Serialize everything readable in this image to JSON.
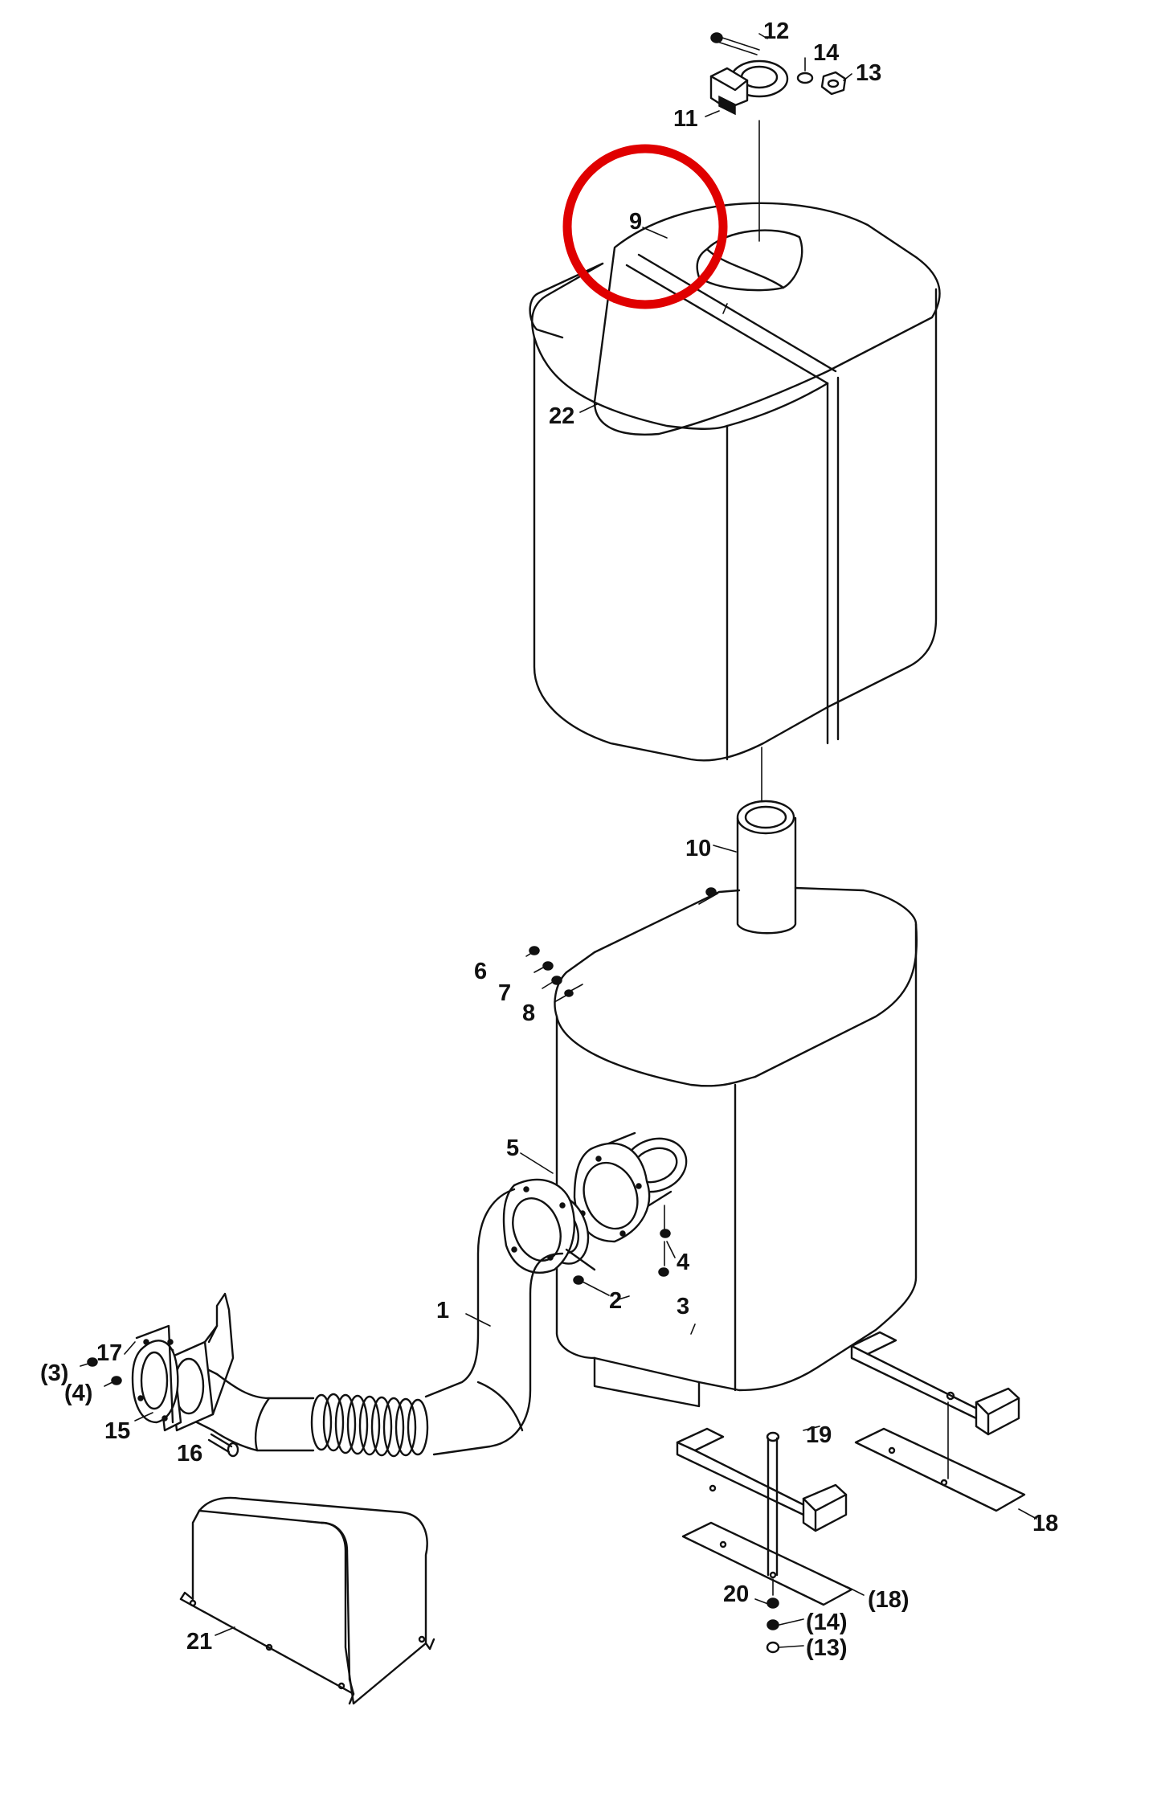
{
  "diagram": {
    "callouts": [
      {
        "id": "c12",
        "text": "12"
      },
      {
        "id": "c14",
        "text": "14"
      },
      {
        "id": "c13",
        "text": "13"
      },
      {
        "id": "c11",
        "text": "11"
      },
      {
        "id": "c9",
        "text": "9"
      },
      {
        "id": "c22",
        "text": "22"
      },
      {
        "id": "c10",
        "text": "10"
      },
      {
        "id": "c6",
        "text": "6"
      },
      {
        "id": "c7",
        "text": "7"
      },
      {
        "id": "c8",
        "text": "8"
      },
      {
        "id": "c5",
        "text": "5"
      },
      {
        "id": "c4",
        "text": "4"
      },
      {
        "id": "c2",
        "text": "2"
      },
      {
        "id": "c3",
        "text": "3"
      },
      {
        "id": "c1",
        "text": "1"
      },
      {
        "id": "c17",
        "text": "17"
      },
      {
        "id": "c3p",
        "text": "(3)"
      },
      {
        "id": "c4p",
        "text": "(4)"
      },
      {
        "id": "c15",
        "text": "15"
      },
      {
        "id": "c16",
        "text": "16"
      },
      {
        "id": "c19",
        "text": "19"
      },
      {
        "id": "c18",
        "text": "18"
      },
      {
        "id": "c20",
        "text": "20"
      },
      {
        "id": "c18p",
        "text": "(18)"
      },
      {
        "id": "c14p",
        "text": "(14)"
      },
      {
        "id": "c13p",
        "text": "(13)"
      },
      {
        "id": "c21",
        "text": "21"
      }
    ],
    "highlight": {
      "callout": "9",
      "color": "#e00000"
    },
    "line_color": "#111111",
    "background": "#ffffff"
  }
}
